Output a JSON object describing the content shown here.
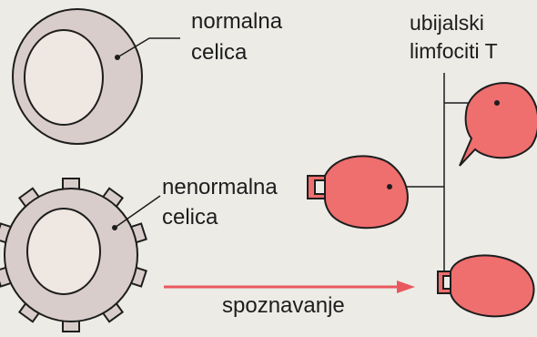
{
  "labels": {
    "normal_cell_line1": "normalna",
    "normal_cell_line2": "celica",
    "killer_line1": "ubijalski",
    "killer_line2": "limfociti T",
    "abnormal_cell_line1": "nenormalna",
    "abnormal_cell_line2": "celica",
    "recognition": "spoznavanje"
  },
  "colors": {
    "background": "#ecebe6",
    "cell_fill": "#d8cdca",
    "cell_inner": "#efe7e1",
    "lymphocyte_fill": "#ef6e6e",
    "arrow": "#e9585d",
    "stroke": "#1d1d1d"
  }
}
